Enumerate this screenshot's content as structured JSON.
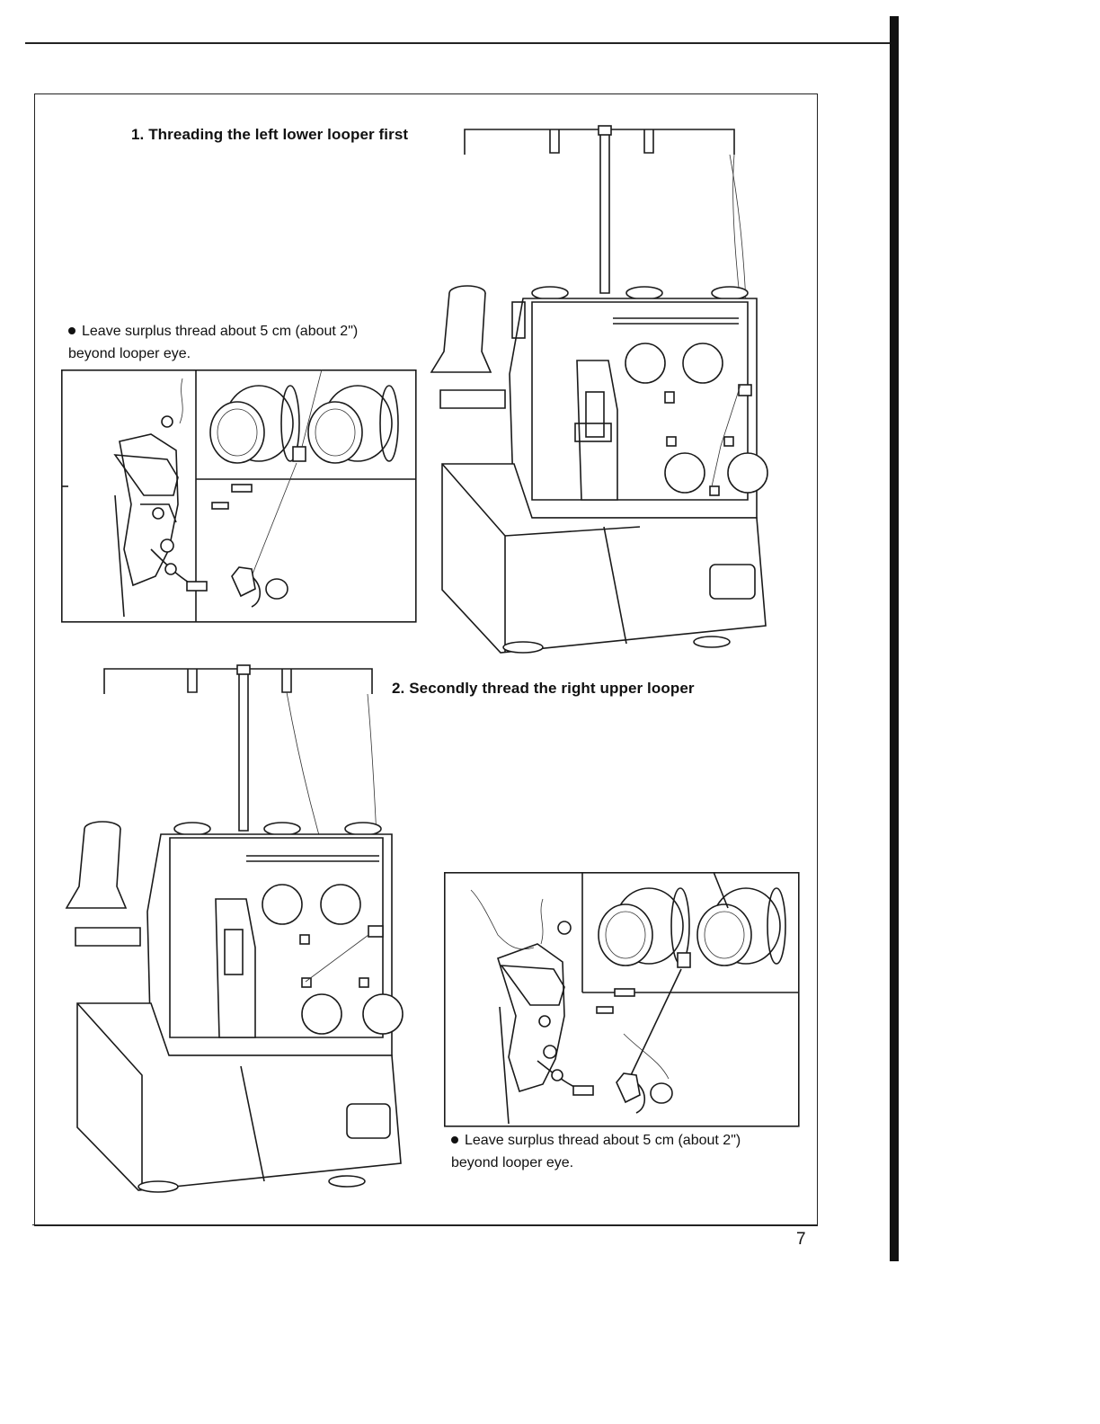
{
  "step1": {
    "heading": "1. Threading the left lower looper first",
    "note_line1": "Leave surplus thread about 5 cm (about 2\")",
    "note_line2": "beyond looper eye."
  },
  "step2": {
    "heading": "2. Secondly thread the right upper looper",
    "note_line1": "Leave surplus thread about 5 cm (about 2\")",
    "note_line2": "beyond looper eye."
  },
  "page_number": "7",
  "colors": {
    "ink": "#111111",
    "paper": "#ffffff"
  }
}
